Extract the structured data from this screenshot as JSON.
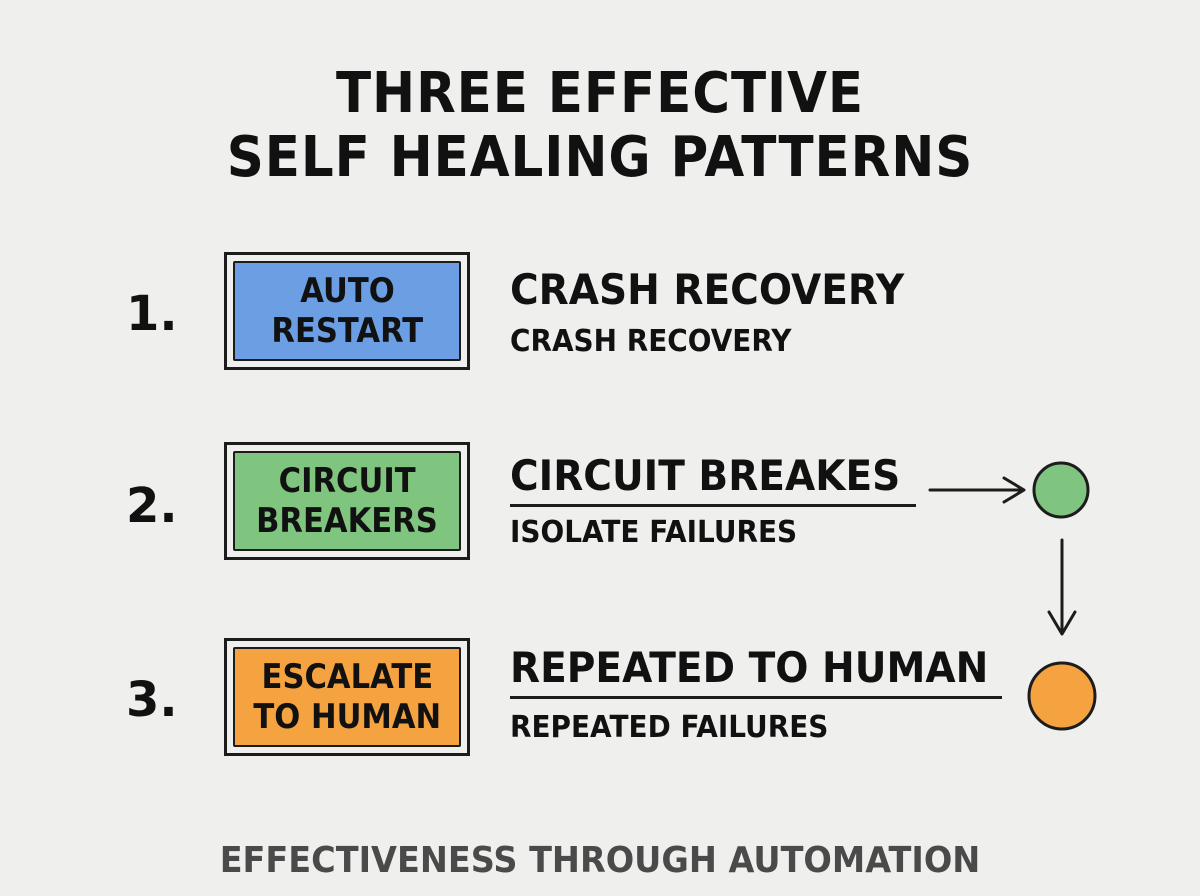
{
  "title": {
    "line1": "THREE EFFECTIVE",
    "line2": "SELF HEALING PATTERNS"
  },
  "patterns": [
    {
      "number": "1.",
      "box_line1": "AUTO",
      "box_line2": "RESTART",
      "box_color": "#6b9ee3",
      "heading": "CRASH RECOVERY",
      "subheading": "CRASH RECOVERY"
    },
    {
      "number": "2.",
      "box_line1": "CIRCUIT",
      "box_line2": "BREAKERS",
      "box_color": "#7fc47f",
      "heading": "CIRCUIT BREAKES",
      "subheading": "ISOLATE FAILURES"
    },
    {
      "number": "3.",
      "box_line1": "ESCALATE",
      "box_line2": "TO HUMAN",
      "box_color": "#f5a341",
      "heading": "REPEATED TO HUMAN",
      "subheading": "REPEATED FAILURES"
    }
  ],
  "footer": "EFFECTIVENESS THROUGH AUTOMATION",
  "flow_nodes": [
    {
      "color": "#7fc47f"
    },
    {
      "color": "#f5a341"
    }
  ]
}
